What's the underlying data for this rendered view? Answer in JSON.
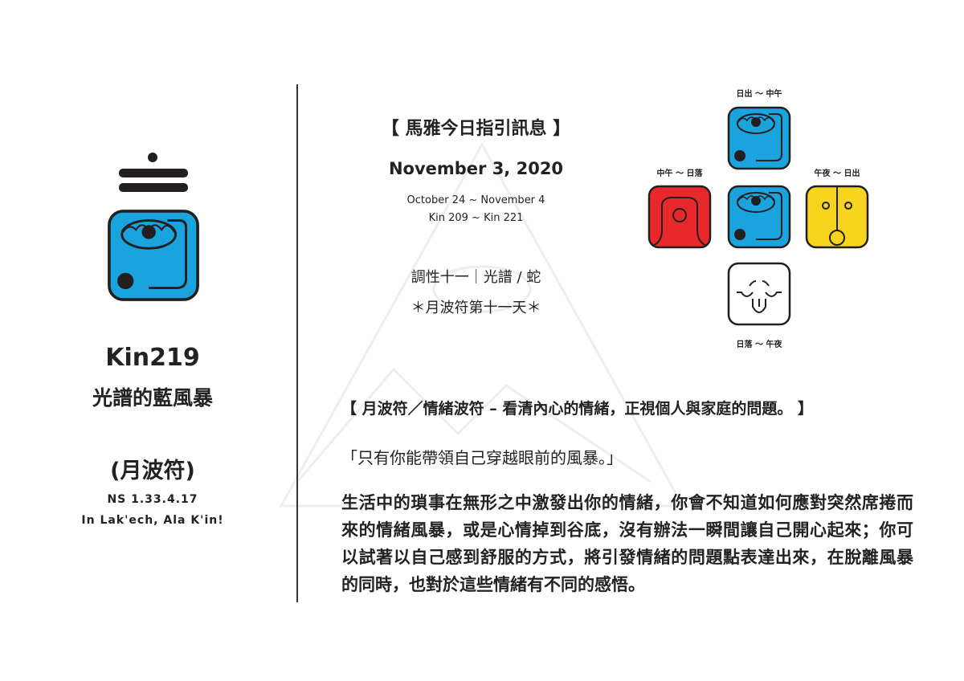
{
  "left": {
    "kin": "Kin219",
    "name": "光譜的藍風暴",
    "wavespell": "(月波符)",
    "ns": "NS 1.33.4.17",
    "greeting": "In Lak'ech, Ala K'in!",
    "tone": 11,
    "colors": {
      "blue": "#1ba3dd",
      "red": "#e8282b",
      "yellow": "#f7d51e",
      "dark": "#231f20"
    }
  },
  "header": {
    "title": "【 馬雅今日指引訊息 】",
    "date": "November 3, 2020",
    "range_dates": "October 24 ~ November 4",
    "range_kin": "Kin 209 ~ Kin 221",
    "tone_line": "調性十一｜光譜 / 蛇",
    "day_line": "＊月波符第十一天＊"
  },
  "oracle": {
    "top_label": "日出 ～ 中午",
    "left_label": "中午 ～ 日落",
    "right_label": "午夜 ～ 日出",
    "bottom_label": "日落 ～ 午夜"
  },
  "body": {
    "heading": "【 月波符／情緒波符 – 看清內心的情緒，正視個人與家庭的問題。 】",
    "quote": "「只有你能帶領自己穿越眼前的風暴。」",
    "paragraph": "生活中的瑣事在無形之中激發出你的情緒，你會不知道如何應對突然席捲而來的情緒風暴，或是心情掉到谷底，沒有辦法一瞬間讓自己開心起來；你可以試著以自己感到舒服的方式，將引發情緒的問題點表達出來，在脫離風暴的同時，也對於這些情緒有不同的感悟。"
  }
}
